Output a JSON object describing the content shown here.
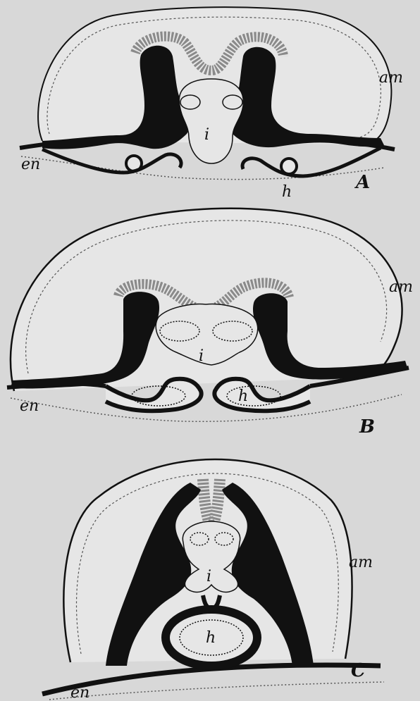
{
  "figure": {
    "panels": [
      {
        "id": "A",
        "panel_label": "A",
        "labels": {
          "amnion": "am",
          "endoderm": "en",
          "intestine": "i",
          "heart": "h"
        }
      },
      {
        "id": "B",
        "panel_label": "B",
        "labels": {
          "amnion": "am",
          "endoderm": "en",
          "intestine": "i",
          "heart": "h"
        }
      },
      {
        "id": "C",
        "panel_label": "C",
        "labels": {
          "amnion": "am",
          "endoderm": "en",
          "intestine": "i",
          "heart": "h"
        }
      }
    ]
  },
  "colors": {
    "background": "#d8d8d8",
    "ink": "#111111",
    "stipple": "#8a8a8a",
    "fill_light": "#e6e6e6"
  }
}
